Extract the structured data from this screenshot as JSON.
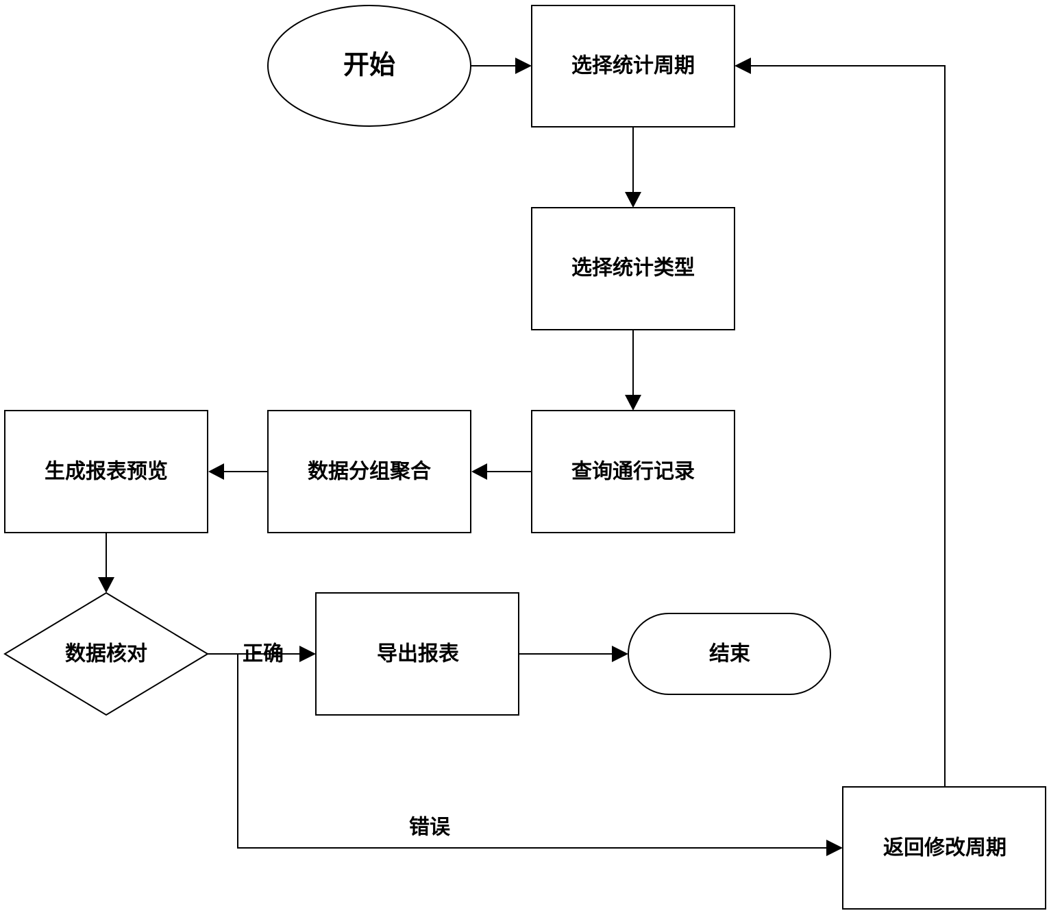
{
  "nodes": {
    "start": {
      "label": "开始",
      "shape": "ellipse"
    },
    "select_period": {
      "label": "选择统计周期",
      "shape": "rect"
    },
    "select_type": {
      "label": "选择统计类型",
      "shape": "rect"
    },
    "query_records": {
      "label": "查询通行记录",
      "shape": "rect"
    },
    "group_aggregate": {
      "label": "数据分组聚合",
      "shape": "rect"
    },
    "report_preview": {
      "label": "生成报表预览",
      "shape": "rect"
    },
    "data_check": {
      "label": "数据核对",
      "shape": "diamond"
    },
    "export_report": {
      "label": "导出报表",
      "shape": "rect"
    },
    "end": {
      "label": "结束",
      "shape": "rounded-rect"
    },
    "return_modify": {
      "label": "返回修改周期",
      "shape": "rect"
    }
  },
  "edges": [
    {
      "from": "start",
      "to": "select_period",
      "label": ""
    },
    {
      "from": "select_period",
      "to": "select_type",
      "label": ""
    },
    {
      "from": "select_type",
      "to": "query_records",
      "label": ""
    },
    {
      "from": "query_records",
      "to": "group_aggregate",
      "label": ""
    },
    {
      "from": "group_aggregate",
      "to": "report_preview",
      "label": ""
    },
    {
      "from": "report_preview",
      "to": "data_check",
      "label": ""
    },
    {
      "from": "data_check",
      "to": "export_report",
      "label": "正确"
    },
    {
      "from": "export_report",
      "to": "end",
      "label": ""
    },
    {
      "from": "data_check",
      "to": "return_modify",
      "label": "错误"
    },
    {
      "from": "return_modify",
      "to": "select_period",
      "label": ""
    }
  ],
  "edge_labels": {
    "correct": "正确",
    "wrong": "错误"
  },
  "colors": {
    "stroke": "#000000",
    "fill": "#ffffff",
    "text": "#000000"
  }
}
